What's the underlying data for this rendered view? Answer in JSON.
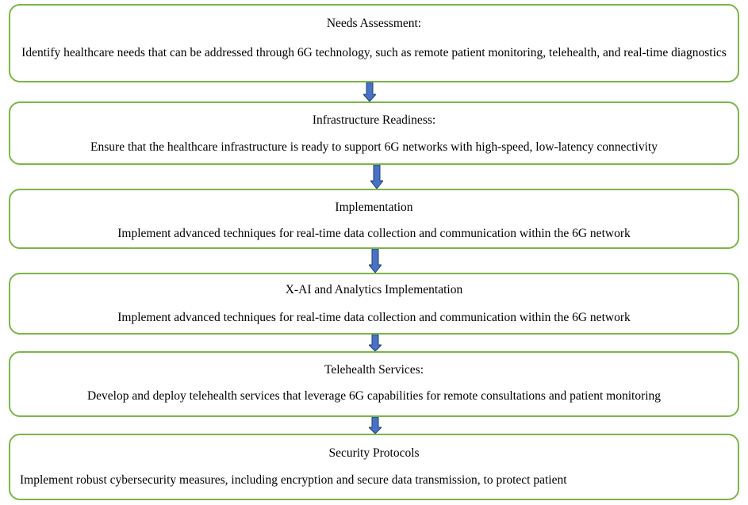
{
  "colors": {
    "box_border": "#7ab648",
    "arrow_fill": "#4a72c4",
    "arrow_stroke": "#1f3d7a"
  },
  "steps": [
    {
      "title": "Needs Assessment:",
      "description": "Identify healthcare needs that can be addressed through 6G technology, such as remote patient monitoring, telehealth, and real-time diagnostics"
    },
    {
      "title": "Infrastructure Readiness:",
      "description": "Ensure that the healthcare infrastructure is ready to support 6G networks with high-speed, low-latency connectivity"
    },
    {
      "title": "Implementation",
      "description": "Implement advanced techniques for real-time data collection and communication within the 6G network"
    },
    {
      "title": "X-AI and Analytics Implementation",
      "description": "Implement advanced techniques for real-time data collection and communication within the 6G network"
    },
    {
      "title": "Telehealth Services:",
      "description": "Develop and deploy telehealth services that leverage 6G capabilities for remote consultations and patient monitoring"
    },
    {
      "title": "Security Protocols",
      "description": "Implement robust cybersecurity measures, including encryption and secure data transmission, to protect patient"
    }
  ],
  "arrows": [
    {
      "icon": "arrow-down-icon"
    },
    {
      "icon": "arrow-down-icon"
    },
    {
      "icon": "arrow-down-icon"
    },
    {
      "icon": "arrow-down-icon"
    },
    {
      "icon": "arrow-down-icon"
    }
  ]
}
